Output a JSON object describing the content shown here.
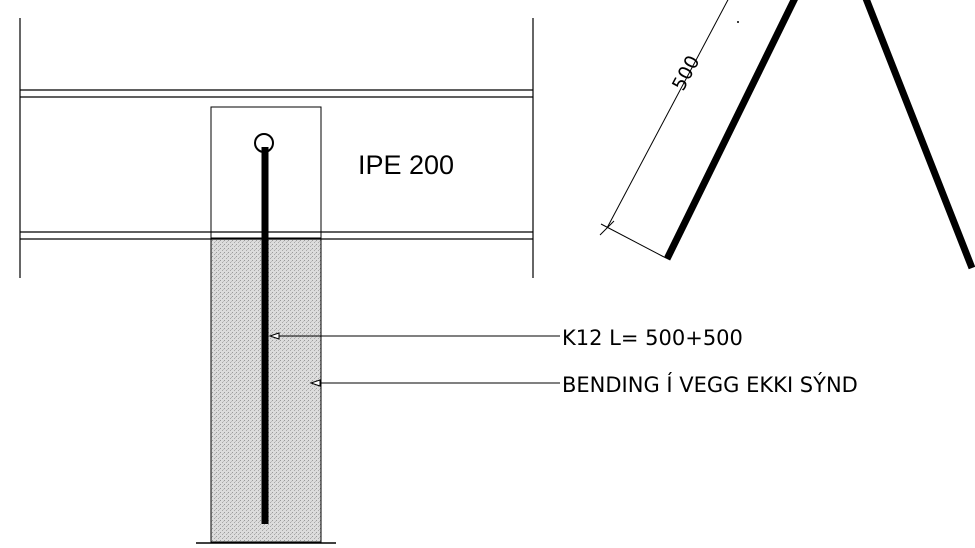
{
  "beam_label": "IPE 200",
  "dimension_label": "500",
  "callouts": [
    {
      "text": "K12 L= 500+500"
    },
    {
      "text": "BENDING Í VEGG EKKI SÝND"
    }
  ],
  "colors": {
    "line": "#000000",
    "wall_hatch": "#c4c4c4",
    "background": "#ffffff"
  }
}
